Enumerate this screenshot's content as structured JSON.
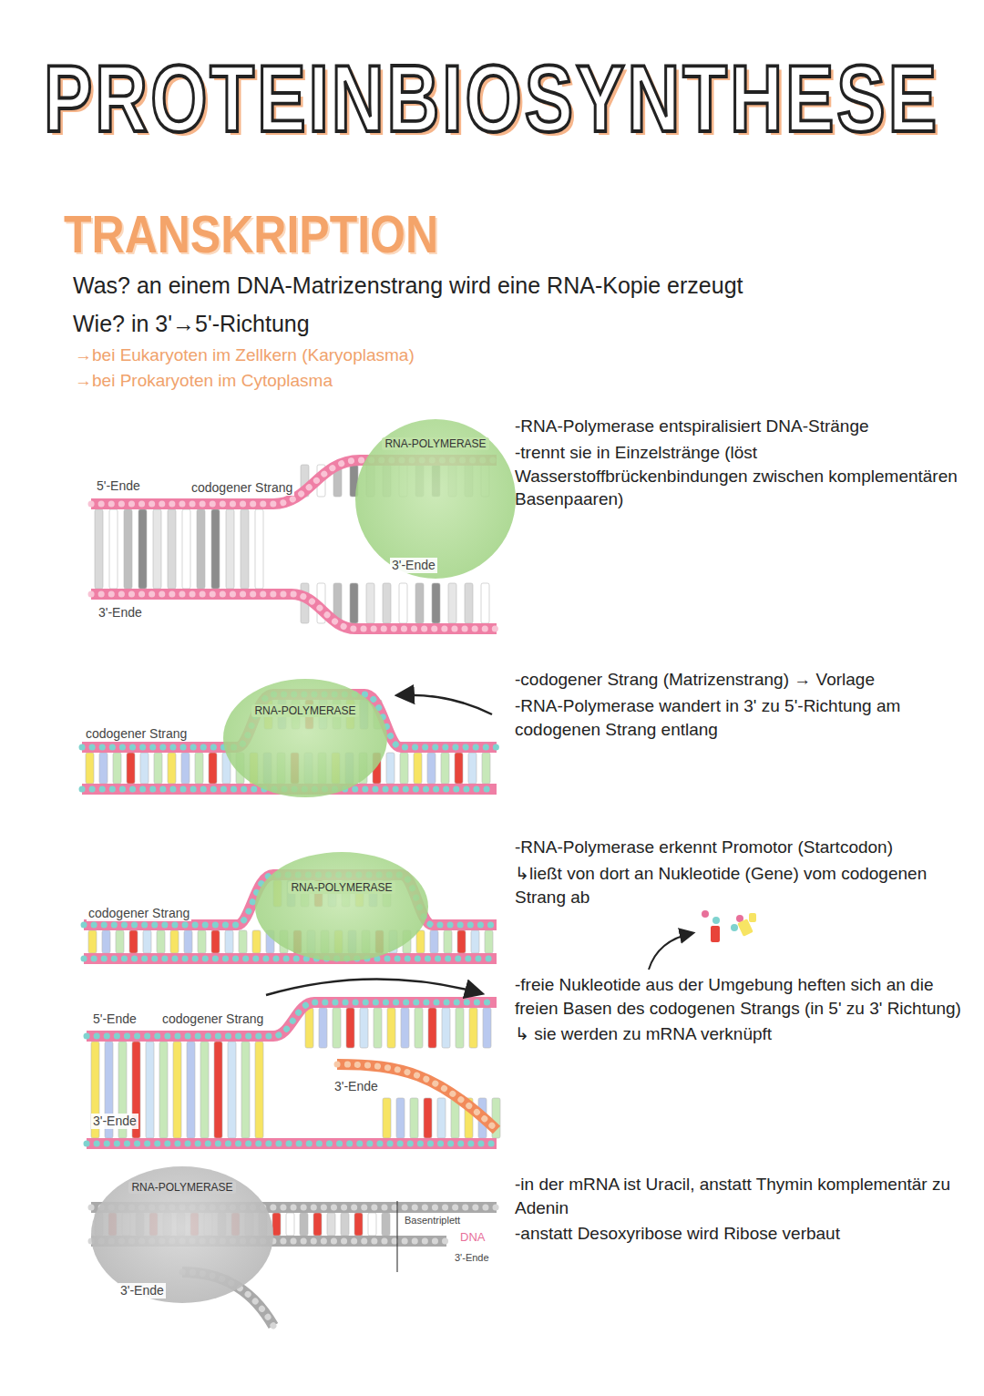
{
  "diagram": {
    "title": "PROTEINBIOSYNTHESE",
    "nodes": [
      {
        "text": [
          "RNA-POLYMERASE"
        ]
      },
      {
        "text": [
          "RNA-POLYMERASE"
        ]
      },
      {
        "text": [
          "RNA-POLYMERASE"
        ]
      },
      {
        "text": [
          "RNA-POLYMERASE"
        ]
      }
    ],
    "labels": [
      "TRANSKRIPTION",
      "Was? an einem DNA-Matrizenstrang wird eine RNA-Kopie erzeugt",
      "Wie? in 3'→5'-Richtung",
      "→bei Eukaryoten im Zellkern (Karyoplasma)",
      "→bei Prokaryoten im Cytoplasma",
      "5'-Ende",
      "codogener Strang",
      "3'-Ende",
      "3'-Ende",
      "-RNA-Polymerase entspiralisiert DNA-Stränge",
      "-trennt sie in Einzelstränge (löst Wasserstoffbrückenbindungen zwischen komplementären Basenpaaren)",
      "codogener Strang",
      "-codogener Strang (Matrizenstrang) → Vorlage",
      "-RNA-Polymerase wandert in 3' zu 5'-Richtung am codogenen Strang entlang",
      "codogener Strang",
      "-RNA-Polymerase erkennt Promotor (Startcodon)",
      "↳ließt von dort an Nukleotide (Gene) vom codogenen Strang ab",
      "5'-Ende",
      "codogener Strang",
      "3'-Ende",
      "3'-Ende",
      "-freie Nukleotide aus der Umgebung heften sich an die freien Basen des codogenen Strangs (in 5' zu 3' Richtung)",
      "↳ sie werden zu mRNA verknüpft",
      "3'-Ende",
      "Basentriplett",
      "DNA",
      "3'-Ende",
      "-in der mRNA ist Uracil, anstatt Thymin komplementär zu Adenin",
      "-anstatt Desoxyribose wird Ribose verbaut"
    ]
  }
}
